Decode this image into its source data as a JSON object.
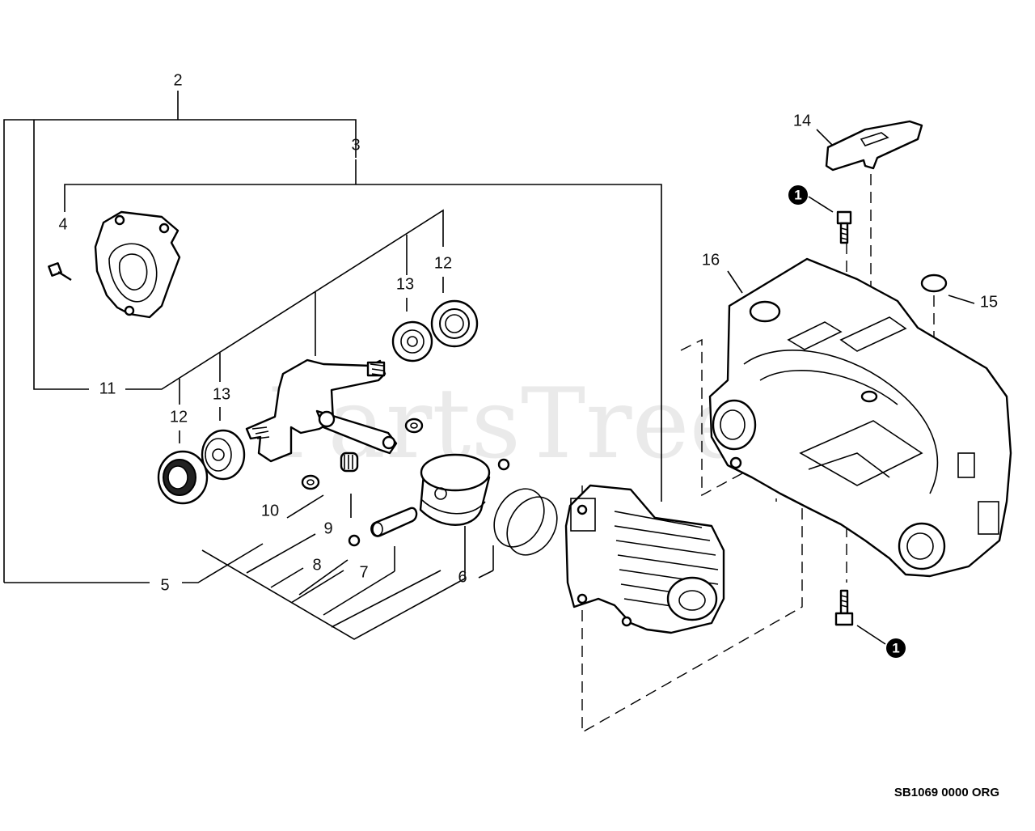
{
  "diagram": {
    "callouts": {
      "c1": "1",
      "c2": "2",
      "c3": "3",
      "c4": "4",
      "c5": "5",
      "c6": "6",
      "c7": "7",
      "c8": "8",
      "c9": "9",
      "c10": "10",
      "c11": "11",
      "c12a": "12",
      "c12b": "12",
      "c13a": "13",
      "c13b": "13",
      "c14": "14",
      "c15": "15",
      "c16": "16"
    },
    "watermark": "PartsTree",
    "reference_code": "SB1069 0000 ORG"
  }
}
